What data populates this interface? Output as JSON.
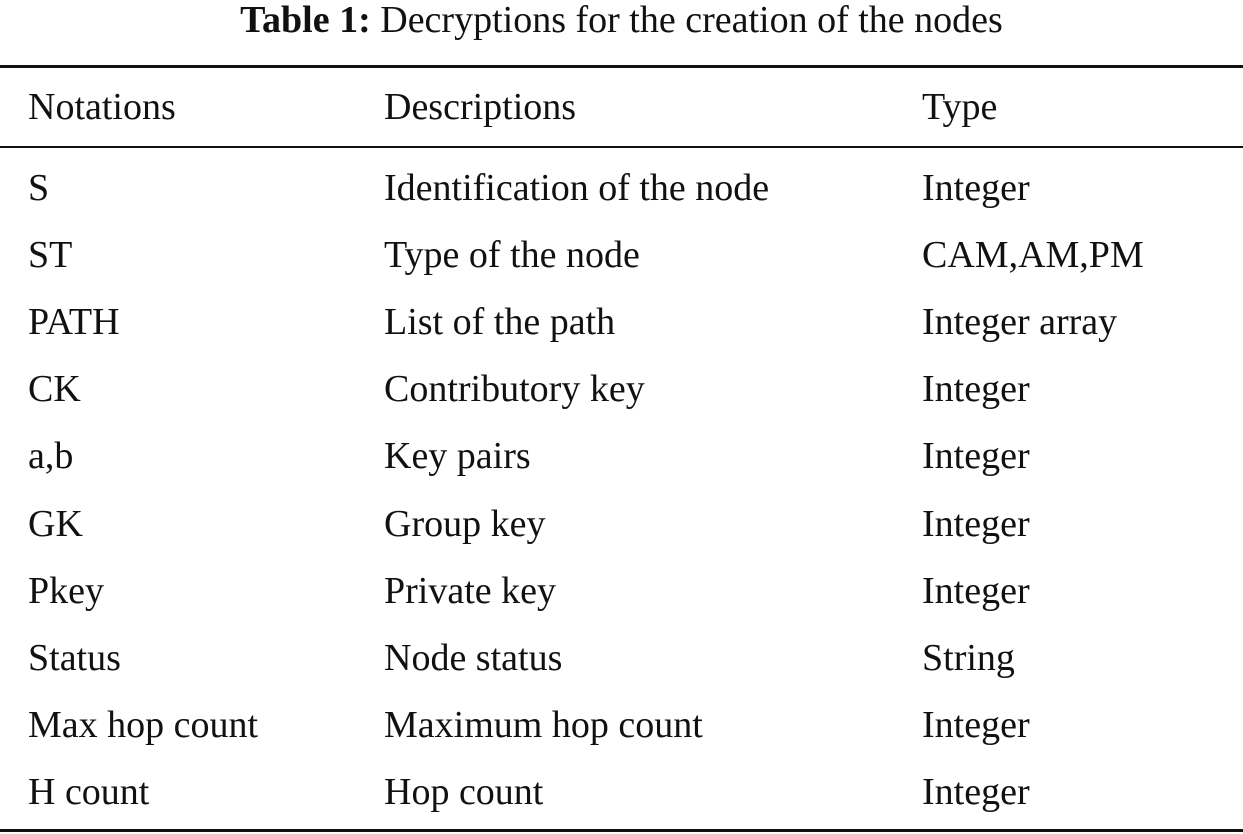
{
  "caption": {
    "label": "Table 1:",
    "text": "Decryptions for the creation of the nodes"
  },
  "table": {
    "headers": [
      "Notations",
      "Descriptions",
      "Type"
    ],
    "rows": [
      [
        "S",
        "Identification of the node",
        "Integer"
      ],
      [
        "ST",
        "Type of the node",
        "CAM,AM,PM"
      ],
      [
        "PATH",
        "List of the path",
        "Integer array"
      ],
      [
        "CK",
        "Contributory key",
        "Integer"
      ],
      [
        "a,b",
        "Key pairs",
        "Integer"
      ],
      [
        "GK",
        "Group key",
        "Integer"
      ],
      [
        "Pkey",
        "Private key",
        "Integer"
      ],
      [
        "Status",
        "Node status",
        "String"
      ],
      [
        "Max hop count",
        "Maximum hop count",
        "Integer"
      ],
      [
        "H count",
        "Hop count",
        "Integer"
      ]
    ]
  }
}
